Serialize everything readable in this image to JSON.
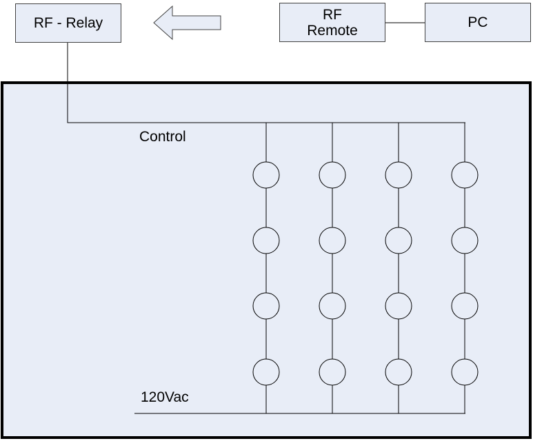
{
  "boxes": {
    "rf_relay": "RF - Relay",
    "rf_remote_line1": "RF",
    "rf_remote_line2": "Remote",
    "pc": "PC"
  },
  "labels": {
    "control": "Control",
    "supply": "120Vac"
  },
  "grid": {
    "columns": 4,
    "rows": 4
  },
  "colors": {
    "panel_fill": "#e8edf7",
    "box_fill": "#e8edf7",
    "line": "#000000"
  },
  "icons": {
    "arrow": "left-arrow-icon"
  }
}
